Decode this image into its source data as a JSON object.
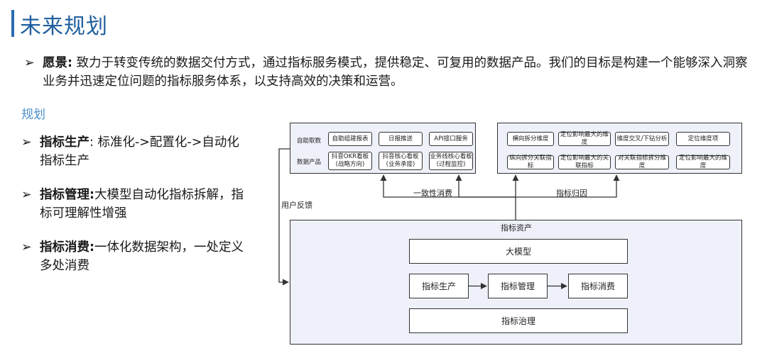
{
  "title": "未来规划",
  "vision": {
    "bullet": "➢",
    "label": "愿景:",
    "text": " 致力于转变传统的数据交付方式，通过指标服务模式，提供稳定、可复用的数据产品。我们的目标是构建一个能够深入洞察业务并迅速定位问题的指标服务体系，以支持高效的决策和运营。"
  },
  "plan_heading": "规划",
  "plan_items": [
    {
      "bullet": "➢",
      "label": "指标生产",
      "text": ": 标准化->配置化->自动化 指标生产"
    },
    {
      "bullet": "➢",
      "label": "指标管理:",
      "text": "大模型自动化指标拆解，指标可理解性增强"
    },
    {
      "bullet": "➢",
      "label": "指标消费:",
      "text": "一体化数据架构，一处定义多处消费"
    }
  ],
  "diagram": {
    "left_panel": {
      "row1_label": "自助取数",
      "row2_label": "数据产品",
      "row1": [
        "自助组建报表",
        "日报推送",
        "API接口服务"
      ],
      "row2": [
        {
          "line1": "抖音OKR看板",
          "line2": "(战略方向)"
        },
        {
          "line1": "抖音核心看板",
          "line2": "(业务承接)"
        },
        {
          "line1": "业务线核心看板",
          "line2": "(过程监控)"
        }
      ]
    },
    "right_panel": {
      "row1": [
        "横向拆分维度",
        "定位影响最大的维度",
        "维度交叉/下钻分析",
        "定位维度项"
      ],
      "row2": [
        "纵向拆分关联指标",
        "定位影响最大的关联指标",
        "对关联指标拆分维度",
        "定位影响最大的维度"
      ]
    },
    "labels": {
      "consistency": "一致性消费",
      "attribution": "指标归因",
      "feedback": "用户反馈",
      "assets": "指标资产"
    },
    "assets": {
      "top": "大模型",
      "flow": [
        "指标生产",
        "指标管理",
        "指标消费"
      ],
      "bottom": "指标治理"
    }
  }
}
